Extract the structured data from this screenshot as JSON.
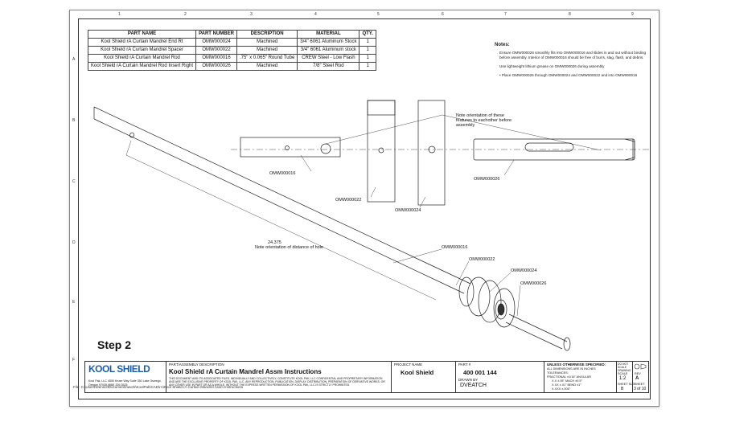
{
  "zones_top": [
    "1",
    "2",
    "3",
    "4",
    "5",
    "6",
    "7",
    "8",
    "9"
  ],
  "zones_side": [
    "A",
    "B",
    "C",
    "D",
    "E",
    "F"
  ],
  "bom": {
    "headers": [
      "PART NAME",
      "PART NUMBER",
      "DESCRIPTION",
      "MATERIAL",
      "QTY."
    ],
    "rows": [
      [
        "Kool Shield rA Curtain Mandrel End Rt",
        "OMW000024",
        "Machined",
        "3/4\" 6061 Aluminum Stock",
        "1"
      ],
      [
        "Kool Shield rA Curtain Mandrel Spacer",
        "OMW000022",
        "Machined",
        "3/4\" 6061 Aluminum stock",
        "1"
      ],
      [
        "Kool Shield rA Curtain Mandrel Rod",
        "OMW000016",
        ".75\" x 0.065\" Round Tube",
        "CREW Steel - Low Flash",
        "1"
      ],
      [
        "Kool Shield rA Curtain Mandrel Rod Insert Right",
        "OMW000026",
        "Machined",
        "7/8\" Steel Rod",
        "1"
      ]
    ]
  },
  "notes": {
    "title": "Notes:",
    "n1": "Ensure OMW000026 smoothly fits into OMW000016 and slides in and out without binding before assembly. Interior of OMW000016 should be free of burrs, slag, flash, and debris.",
    "n2": "Use lightweight lithium grease on OMW000026 during assembly",
    "n3": "•   Place OMW000026 through OMW000024 and OMW000022 and into OMW000016"
  },
  "labels": {
    "orient_note": "Note orientation of these features to eachother before assembly",
    "dim_value": "24.375",
    "dim_note": "Note orientation of distance of hole",
    "p16_top": "OMW000016",
    "p22_top": "OMW000022",
    "p24_top": "OMW000024",
    "p26_top": "OMW000026",
    "p16_iso": "OMW000016",
    "p22_iso": "OMW000022",
    "p24_iso": "OMW000024",
    "p26_iso": "OMW000026"
  },
  "step": "Step 2",
  "title_block": {
    "logo": "KOOL SHIELD",
    "company_lines": "Kool Pak, LLC  4550 Kruse Way Suite 350  Lake Oswego, Oregon 97035  (888) 339-3525",
    "desc_label": "PART/ASSEMBLY DESCRIPTION",
    "desc": "Kool Shield rA Curtain Mandrel Assm Instructions",
    "legal": "THIS DOCUMENT AND ITS ASSOCIATED FILES, INDIVIDUALLY AND COLLECTIVELY, CONSTITUTE KOOL PAK, LLC CONFIDENTIAL AND PROPRIETARY INFORMATION AND ARE THE EXCLUSIVE PROPERTY OF KOOL PAK, LLC. ANY REPRODUCTION, PUBLICATION, DISPLAY, DISTRIBUTION, PREPARATION OF DERIVATIVE WORKS, OR ANY OTHER USE IN PART OR AS A WHOLE, WITHOUT THE EXPRESS WRITTEN PERMISSION OF KOOL PAK, LLC IS STRICTLY PROHIBITED.",
    "project_label": "PROJECT NAME",
    "project": "Kool Shield",
    "part_label": "PART #",
    "part": "400 001 144",
    "drawn_label": "DRAWN BY",
    "drawn": "DVEATCH",
    "tol_title": "UNLESS OTHERWISE SPECIFIED:",
    "tol_l1": "ALL DIMENSIONS ARE IN INCHES",
    "tol_l2": "TOLERANCES:",
    "tol_l3": "FRACTIONAL  ±1/16\"    ANGULAR",
    "tol_l4": "X.X  ±.05\"    MACH ±0.5°",
    "tol_l5": "X.XX  ±.01\"    BEND ±1°",
    "tol_l6": "X.XXX  ±.005\"",
    "noscale": "DO NOT SCALE DRAWING",
    "scale_label": "SCALE",
    "scale": "1:2",
    "rev_label": "REV",
    "rev": "A",
    "size_label": "SHEET SIZE",
    "size": "B",
    "sheet_label": "SHEET",
    "sheet": "3 of 10"
  },
  "file_path": "File: C:\\Users\\Dennis\\Documents\\work\\KoolPak\\CAD\\rA\\Kool Shield rA Curtain Mandrel Assm Instructions"
}
